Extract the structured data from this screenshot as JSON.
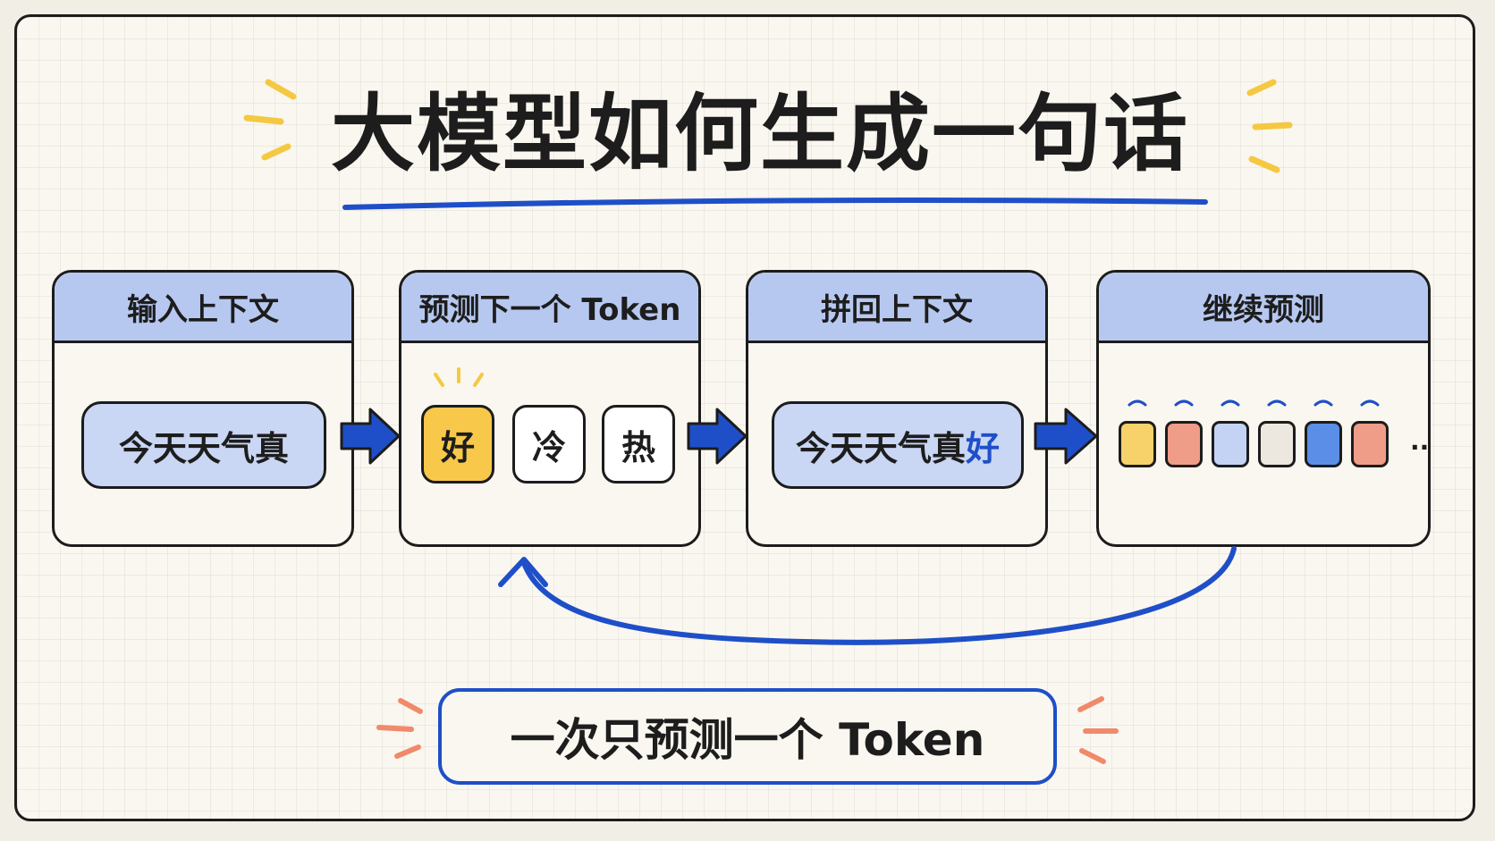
{
  "title": "大模型如何生成一句话",
  "steps": [
    {
      "header": "输入上下文",
      "context_text": "今天天气真"
    },
    {
      "header": "预测下一个 Token",
      "candidates": [
        "好",
        "冷",
        "热"
      ],
      "selected": "好"
    },
    {
      "header": "拼回上下文",
      "context_text": "今天天气真",
      "appended_token": "好"
    },
    {
      "header": "继续预测",
      "ellipsis": "..."
    }
  ],
  "token_colors": [
    "#f7d26a",
    "#ef9c88",
    "#c4d3f3",
    "#ece8df",
    "#5b8ee6",
    "#ef9c88"
  ],
  "footer_note": "一次只预测一个 Token",
  "colors": {
    "accent_blue": "#1f4fc8",
    "header_blue": "#b7c8f0",
    "highlight_yellow": "#f7c84a",
    "spark_yellow": "#f5c842",
    "spark_coral": "#f08a6a"
  }
}
